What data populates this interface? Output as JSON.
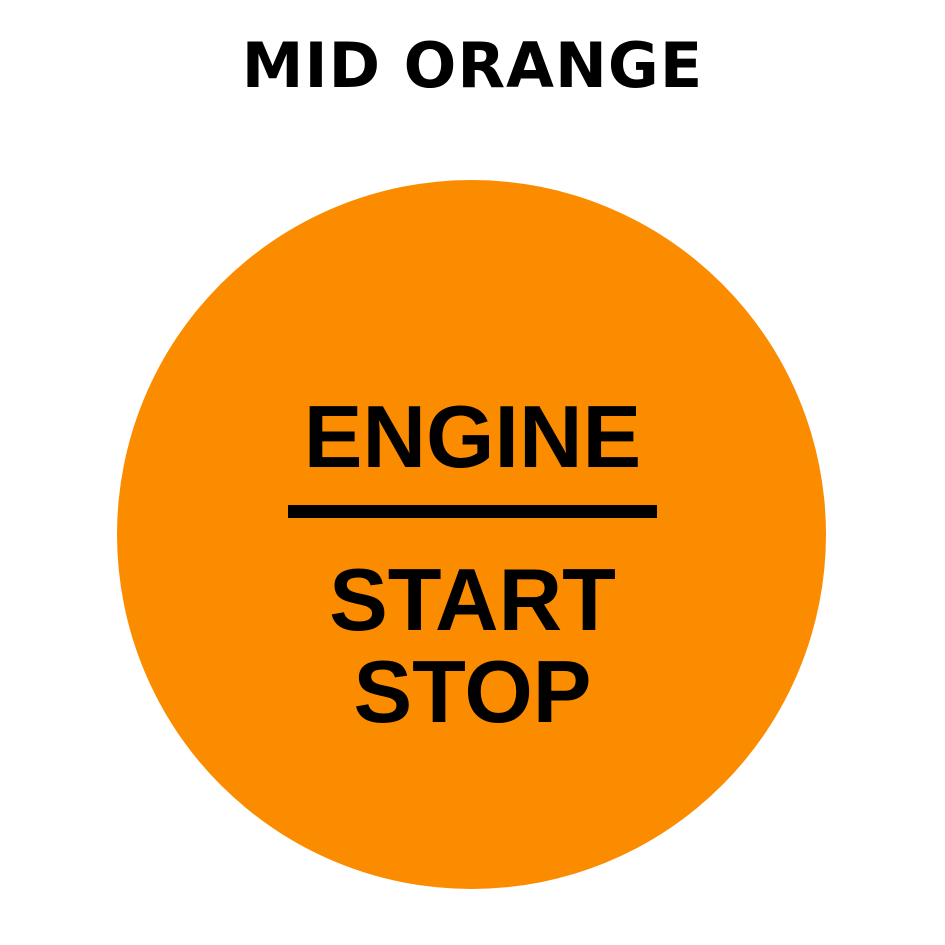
{
  "title": "MID ORANGE",
  "button": {
    "color": "#FB8C00",
    "line1": "ENGINE",
    "line2": "START",
    "line3": "STOP"
  }
}
